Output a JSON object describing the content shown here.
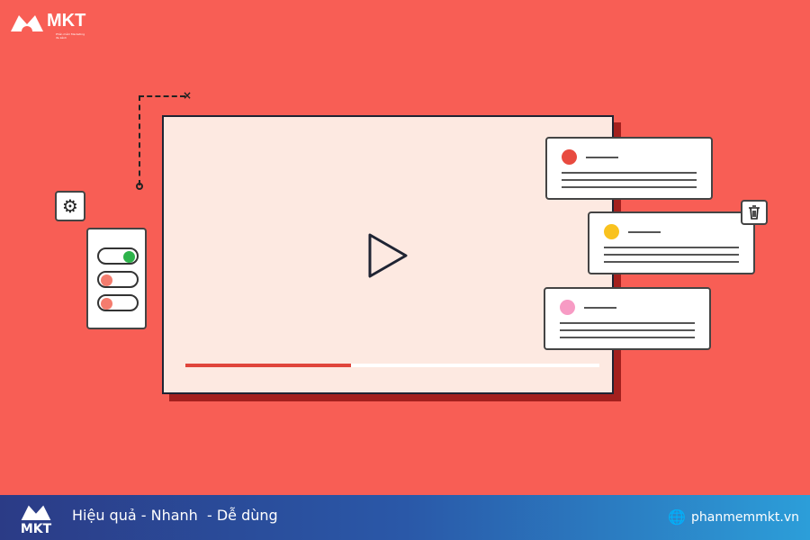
{
  "brand": {
    "name": "MKT",
    "tagline": "Phần mềm Marketing đa kênh"
  },
  "video": {
    "progress_percent": 40,
    "colors": {
      "progress": "#e0453b",
      "track": "#ffffff",
      "screen": "#fde9e1"
    }
  },
  "notes": [
    {
      "dot_color": "#e84a3f"
    },
    {
      "dot_color": "#f9c21e"
    },
    {
      "dot_color": "#f79bc4"
    }
  ],
  "toggles": [
    {
      "on": true,
      "color": "#2db34a"
    },
    {
      "on": false,
      "color": "#f47c6e"
    },
    {
      "on": false,
      "color": "#f47c6e"
    }
  ],
  "footer": {
    "slogan": "Hiệu quả - Nhanh  - Dễ dùng",
    "website": "phanmemmkt.vn",
    "logo": "MKT"
  },
  "colors": {
    "background": "#f85e55",
    "footer_start": "#2b3b86",
    "footer_end": "#2c9ed9"
  }
}
